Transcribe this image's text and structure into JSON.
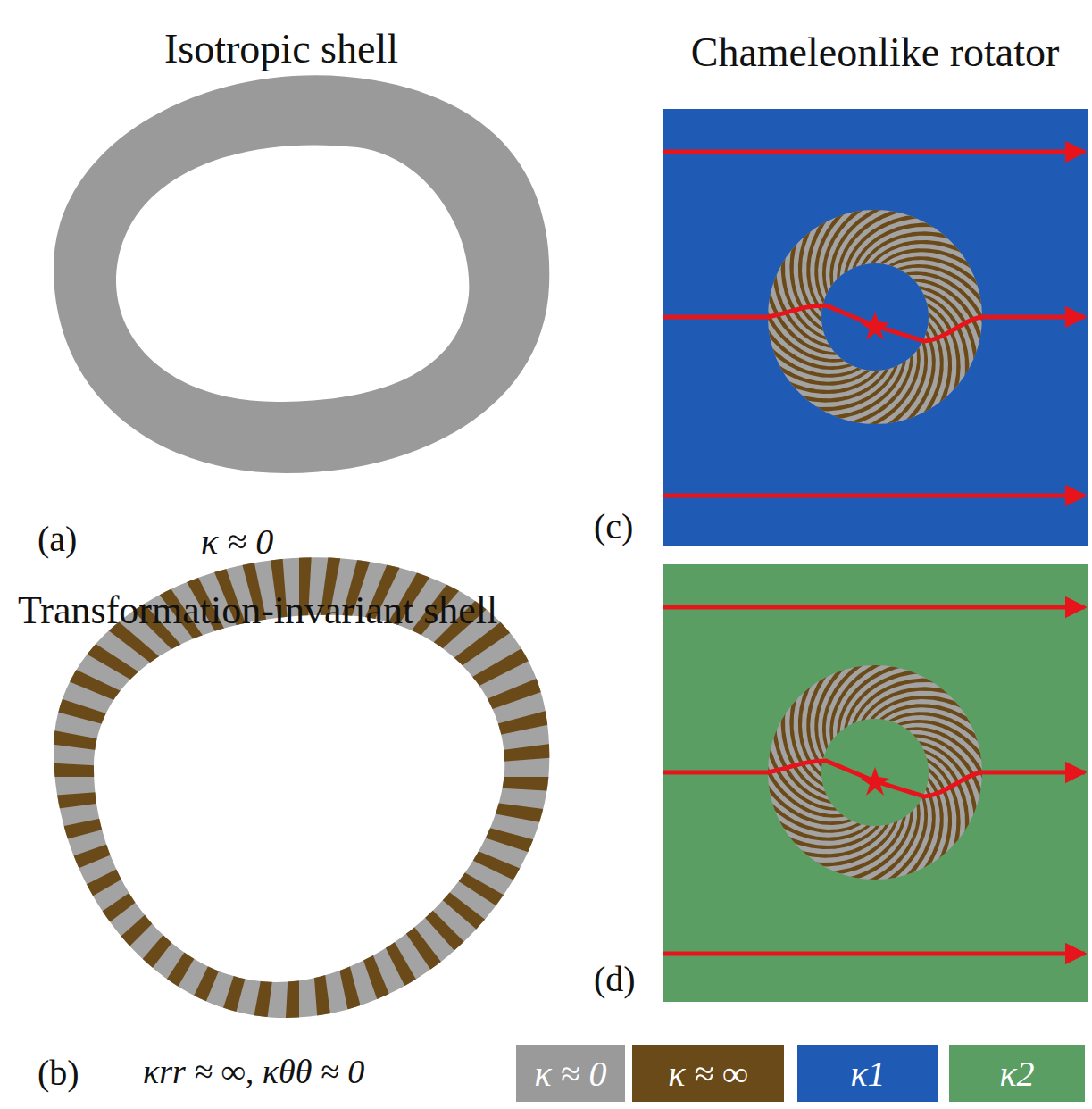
{
  "diagram": {
    "labels": [
      "Isotropic shell",
      "Chameleonlike rotator",
      "(a)",
      "κ ≈ 0",
      "Transformation-invariant shell",
      "(b)",
      "κrr ≈ ∞, κθθ ≈ 0",
      "(c)",
      "(d)"
    ],
    "legend": [
      {
        "text": "κ ≈ 0",
        "color": "#9a9a9a"
      },
      {
        "text": "κ ≈ ∞",
        "color": "#6b4a1a"
      },
      {
        "text": "κ1",
        "color": "#1f5bb5"
      },
      {
        "text": "κ2",
        "color": "#5a9e64"
      }
    ]
  }
}
